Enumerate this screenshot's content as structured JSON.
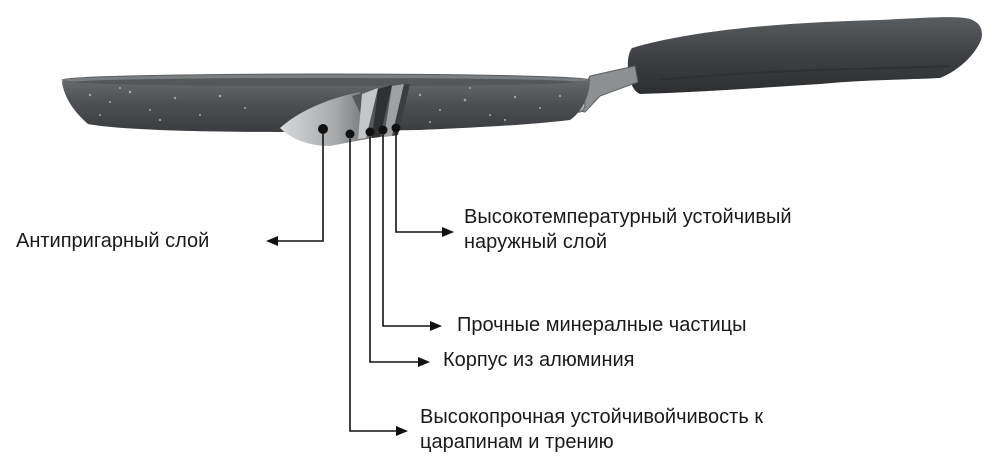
{
  "labels": {
    "nonstick": "Антипригарный слой",
    "outer_line1": "Высокотемпературный устойчивый",
    "outer_line2": "наружный слой",
    "minerals": "Прочные минералные частицы",
    "body": "Корпус из алюминия",
    "scratch_line1": "Высокопрочная устойчивойчивость к",
    "scratch_line2": "царапинам и трению"
  },
  "colors": {
    "pan": "#4a4d50",
    "pan_rim": "#3a3c3f",
    "handle": "#3e4043",
    "leader": "#111111",
    "text": "#1a1a1a"
  }
}
